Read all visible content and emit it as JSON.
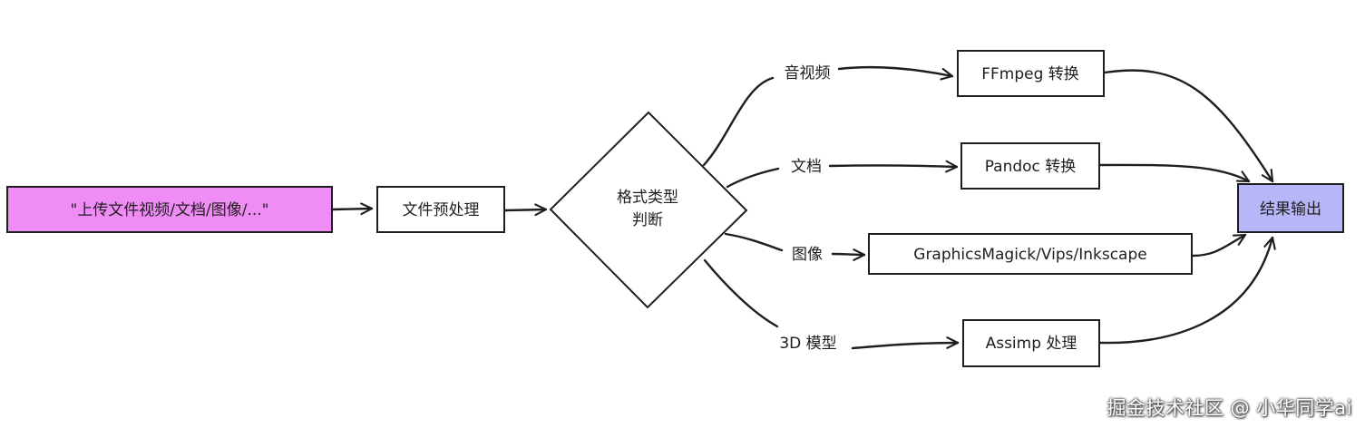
{
  "nodes": {
    "upload": {
      "label": "\"上传文件视频/文档/图像/...\""
    },
    "preprocess": {
      "label": "文件预处理"
    },
    "decision": {
      "line1": "格式类型",
      "line2": "判断"
    },
    "ffmpeg": {
      "label": "FFmpeg 转换"
    },
    "pandoc": {
      "label": "Pandoc 转换"
    },
    "graphics": {
      "label": "GraphicsMagick/Vips/Inkscape"
    },
    "assimp": {
      "label": "Assimp 处理"
    },
    "output": {
      "label": "结果输出"
    }
  },
  "edge_labels": {
    "av": "音视频",
    "doc": "文档",
    "image": "图像",
    "model3d": "3D 模型"
  },
  "colors": {
    "upload_fill": "#f08cf5",
    "output_fill": "#b6b6f8",
    "box_fill": "#ffffff",
    "stroke": "#1e1e1e"
  },
  "watermark": "掘金技术社区 @ 小华同学ai"
}
